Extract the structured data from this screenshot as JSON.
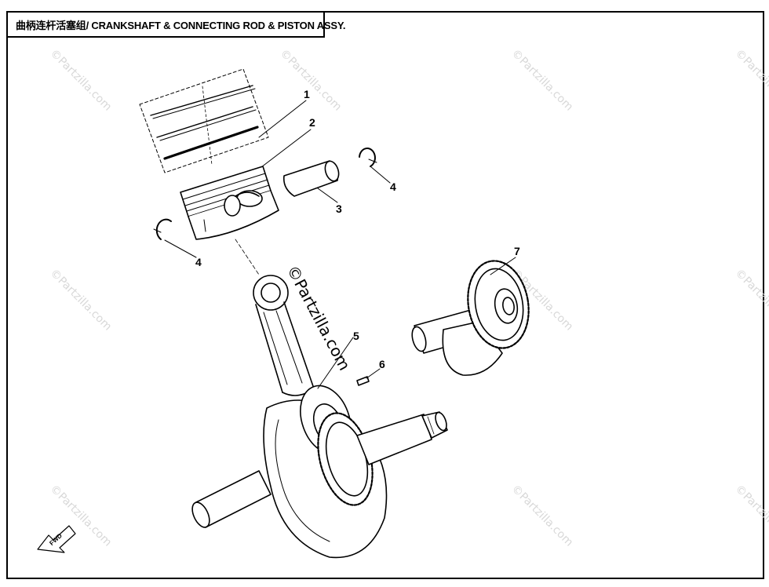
{
  "title": "曲柄连杆活塞组/ CRANKSHAFT & CONNECTING ROD & PISTON ASSY.",
  "watermark": "©Partzilla.com",
  "callouts": [
    "1",
    "2",
    "3",
    "4",
    "4",
    "5",
    "6",
    "7"
  ],
  "fwd_label": "FWD",
  "colors": {
    "ink": "#000000",
    "watermark": "#d8d8d8"
  }
}
